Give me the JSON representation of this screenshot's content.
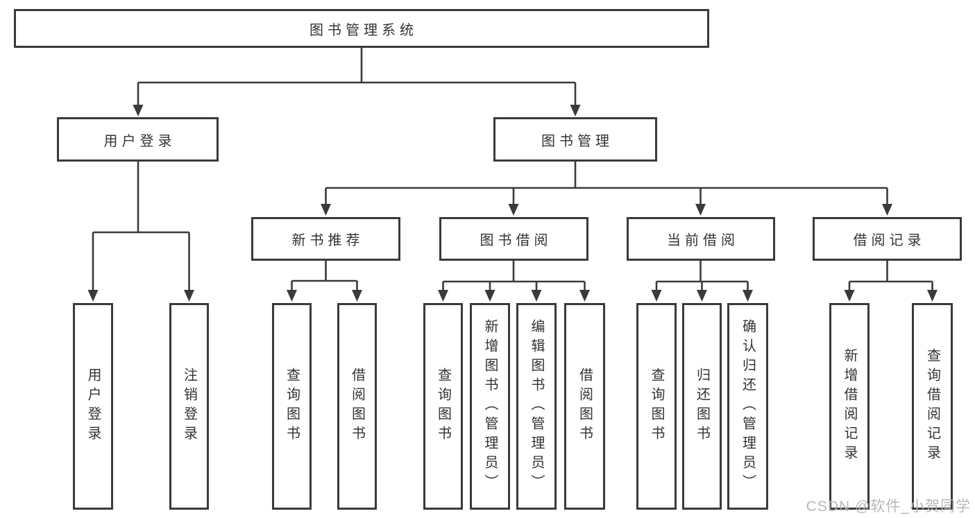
{
  "diagram": {
    "root": {
      "label": "图书管理系统"
    },
    "level2": [
      {
        "id": "user-login",
        "label": "用户登录",
        "parent": "图书管理系统"
      },
      {
        "id": "book-management",
        "label": "图书管理",
        "parent": "图书管理系统"
      }
    ],
    "level3": [
      {
        "id": "new-book-recommend",
        "label": "新书推荐",
        "parent": "图书管理"
      },
      {
        "id": "book-borrow",
        "label": "图书借阅",
        "parent": "图书管理"
      },
      {
        "id": "current-borrow",
        "label": "当前借阅",
        "parent": "图书管理"
      },
      {
        "id": "borrow-record",
        "label": "借阅记录",
        "parent": "图书管理"
      }
    ],
    "leaves": [
      {
        "label": "用户登录",
        "parent": "用户登录"
      },
      {
        "label": "注销登录",
        "parent": "用户登录"
      },
      {
        "label": "查询图书",
        "parent": "新书推荐"
      },
      {
        "label": "借阅图书",
        "parent": "新书推荐"
      },
      {
        "label": "查询图书",
        "parent": "图书借阅"
      },
      {
        "label": "新增图书（管理员）",
        "parent": "图书借阅"
      },
      {
        "label": "编辑图书（管理员）",
        "parent": "图书借阅"
      },
      {
        "label": "借阅图书",
        "parent": "图书借阅"
      },
      {
        "label": "查询图书",
        "parent": "当前借阅"
      },
      {
        "label": "归还图书",
        "parent": "当前借阅"
      },
      {
        "label": "确认归还（管理员）",
        "parent": "当前借阅"
      },
      {
        "label": "新增借阅记录",
        "parent": "借阅记录"
      },
      {
        "label": "查询借阅记录",
        "parent": "借阅记录"
      }
    ],
    "watermark": "CSDN @软件_小贺同学",
    "colors": {
      "line": "#3a3a3a",
      "text": "#333333",
      "watermark": "#b3b5b9",
      "background": "#ffffff"
    }
  }
}
